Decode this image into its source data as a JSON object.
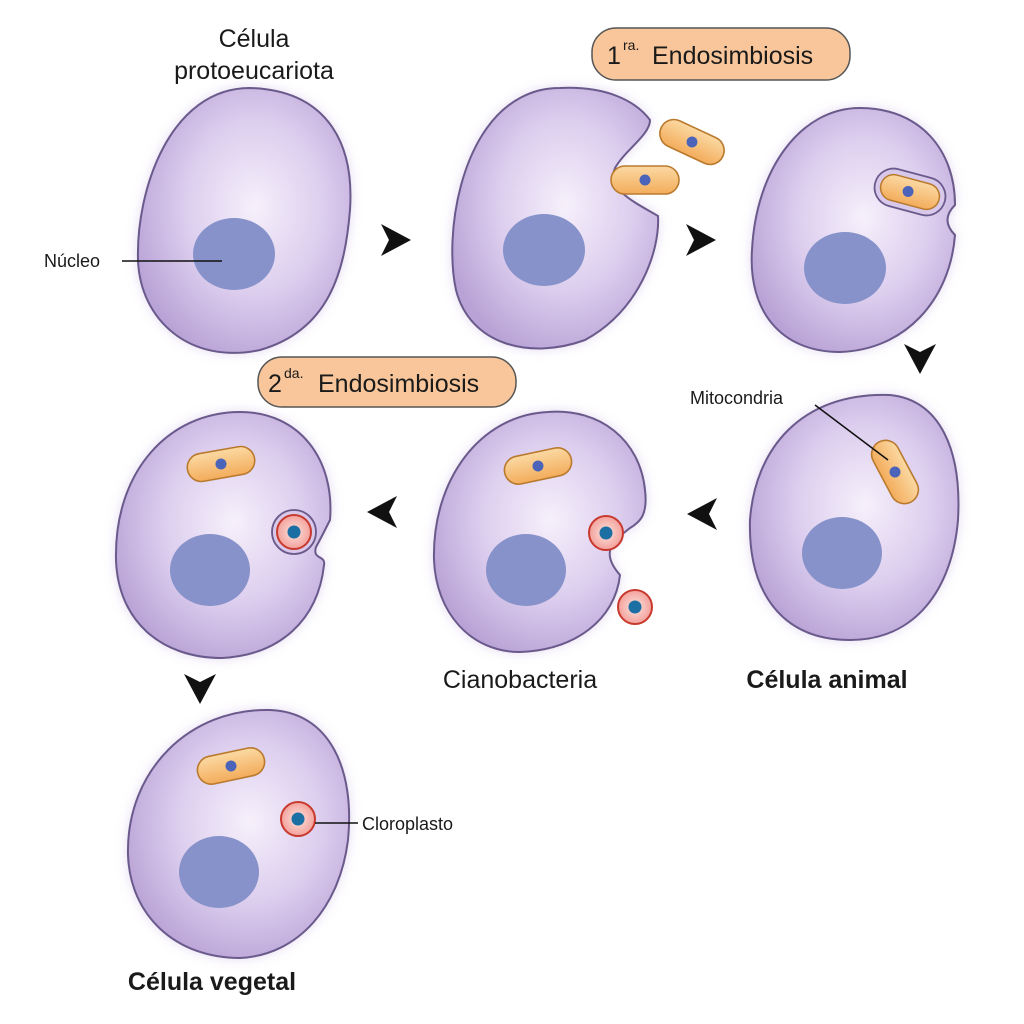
{
  "labels": {
    "proto_title_line1": "Célula",
    "proto_title_line2": "protoeucariota",
    "nucleus": "Núcleo",
    "first_endosymbiosis_num": "1",
    "first_endosymbiosis_sup": "ra.",
    "first_endosymbiosis_text": "Endosimbiosis",
    "second_endosymbiosis_num": "2",
    "second_endosymbiosis_sup": "da.",
    "second_endosymbiosis_text": "Endosimbiosis",
    "mitochondria": "Mitocondria",
    "animal_cell": "Célula animal",
    "cyanobacteria": "Cianobacteria",
    "plant_cell": "Célula vegetal",
    "chloroplast": "Cloroplasto"
  },
  "colors": {
    "cell_fill": "#cdb9e3",
    "cell_stroke": "#6a5a8c",
    "nucleus": "#8692c9",
    "mito_fill": "#f4b468",
    "mito_stroke": "#b97a2e",
    "chloro_fill": "#f2a7a3",
    "chloro_stroke": "#c83a2e",
    "chloro_core": "#1c6fa3",
    "badge_fill": "#f8c69a",
    "arrow": "#111111"
  },
  "icons": {
    "arrow": "arrowhead-icon"
  }
}
